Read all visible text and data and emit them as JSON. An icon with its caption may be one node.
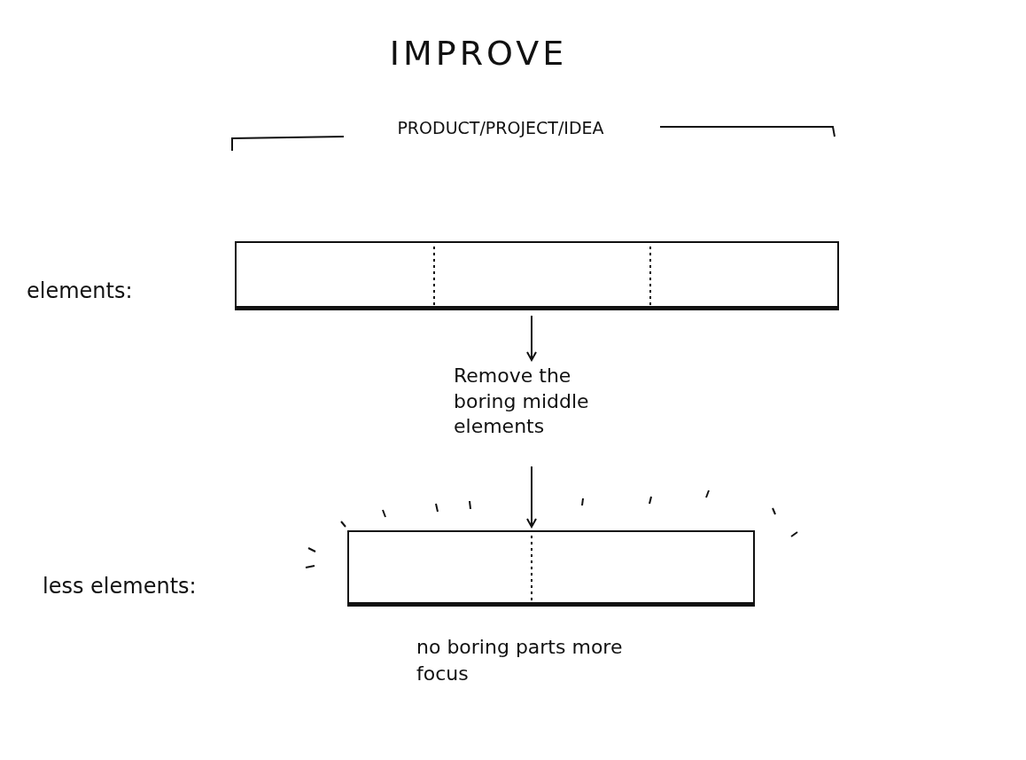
{
  "diagram": {
    "title": "IMPROVE",
    "nodes": [
      {
        "text": [],
        "shape": "bar"
      },
      {
        "text": [
          "Remove the boring middle elements"
        ]
      },
      {
        "text": [],
        "shape": "bar"
      }
    ],
    "edges": [
      {
        "from": 0,
        "to": 1,
        "arrow": "to"
      },
      {
        "from": 1,
        "to": 2,
        "arrow": "to"
      }
    ],
    "labels": [
      "PRODUCT/PROJECT/IDEA",
      "elements:",
      "less elements:",
      "no boring parts more focus"
    ]
  }
}
